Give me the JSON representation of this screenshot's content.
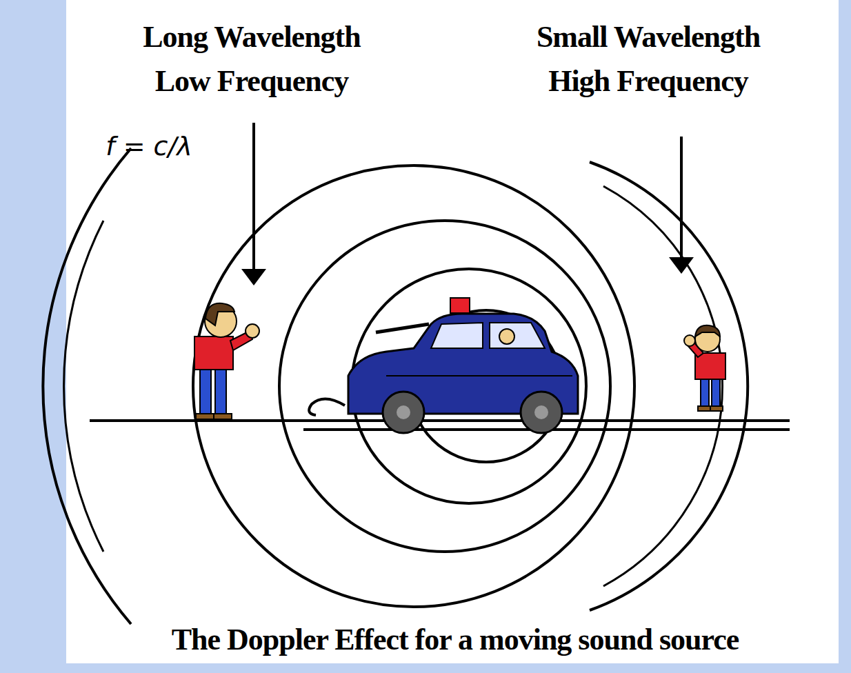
{
  "diagram": {
    "caption": "The Doppler Effect for a moving sound source",
    "labels": [
      "Long Wavelength",
      "Low Frequency",
      "Small Wavelength",
      "High Frequency",
      "f = c/λ"
    ]
  }
}
